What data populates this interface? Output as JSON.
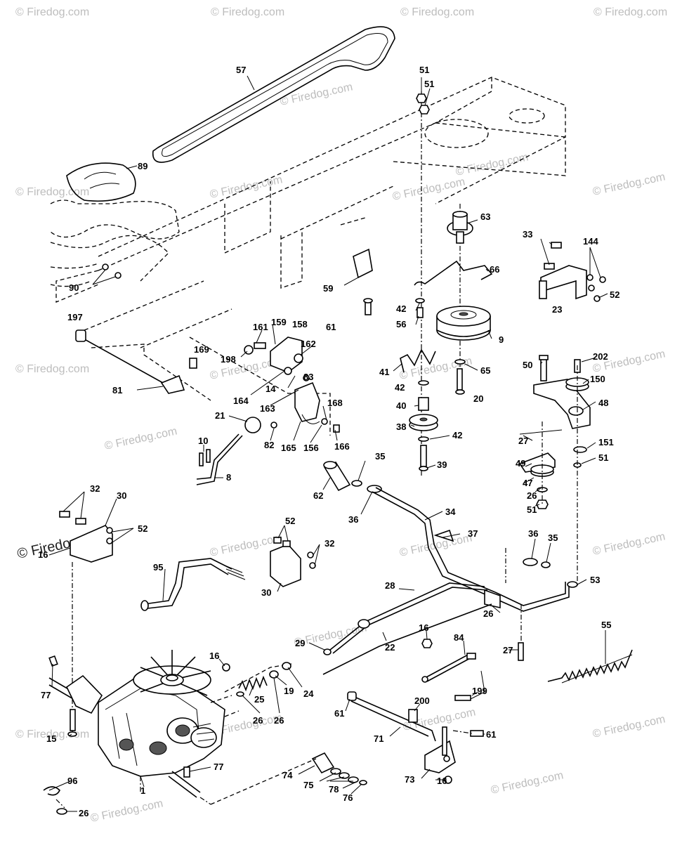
{
  "watermarks": [
    {
      "text": "© Firedog.com"
    },
    {
      "text": "© Firedog.com"
    },
    {
      "text": "© Firedog.com"
    },
    {
      "text": "© Firedog.com"
    },
    {
      "text": "© Firedog.com"
    },
    {
      "text": "© Firedog.com"
    },
    {
      "text": "© Firedog.com"
    },
    {
      "text": "© Firedog.com"
    },
    {
      "text": "© Firedog.com"
    },
    {
      "text": "© Firedog.com"
    },
    {
      "text": "© Firedog.com"
    },
    {
      "text": "© Firedog.com"
    },
    {
      "text": "© Firedog.com"
    },
    {
      "text": "© Firedog.com"
    },
    {
      "text": "© Firedog.com"
    },
    {
      "text": "© Firedog.com"
    },
    {
      "text": "© Firedog.com"
    },
    {
      "text": "© Firedog.com"
    },
    {
      "text": "© Firedog.com"
    },
    {
      "text": "© Firedog.com"
    },
    {
      "text": "© Firedog.com"
    },
    {
      "text": "© Firedog.com"
    },
    {
      "text": "© Firedog.com"
    },
    {
      "text": "© Firedog.com"
    },
    {
      "text": "© Firedog.com"
    },
    {
      "text": "© Firedog.com"
    }
  ],
  "callouts": [
    "57",
    "51",
    "51",
    "89",
    "63",
    "33",
    "144",
    "66",
    "59",
    "90",
    "42",
    "56",
    "52",
    "23",
    "197",
    "9",
    "161",
    "159",
    "158",
    "61",
    "169",
    "198",
    "162",
    "50",
    "202",
    "41",
    "65",
    "150",
    "83",
    "14",
    "42",
    "20",
    "81",
    "164",
    "163",
    "168",
    "40",
    "48",
    "21",
    "38",
    "42",
    "27",
    "151",
    "10",
    "82",
    "165",
    "156",
    "166",
    "51",
    "35",
    "39",
    "49",
    "8",
    "62",
    "47",
    "32",
    "30",
    "36",
    "34",
    "26",
    "52",
    "52",
    "51",
    "37",
    "16",
    "32",
    "36",
    "35",
    "95",
    "53",
    "30",
    "28",
    "26",
    "55",
    "29",
    "22",
    "16",
    "84",
    "27",
    "16",
    "199",
    "25",
    "19",
    "24",
    "77",
    "61",
    "200",
    "26",
    "26",
    "71",
    "61",
    "15",
    "77",
    "74",
    "73",
    "16",
    "96",
    "75",
    "78",
    "76",
    "1",
    "26"
  ]
}
